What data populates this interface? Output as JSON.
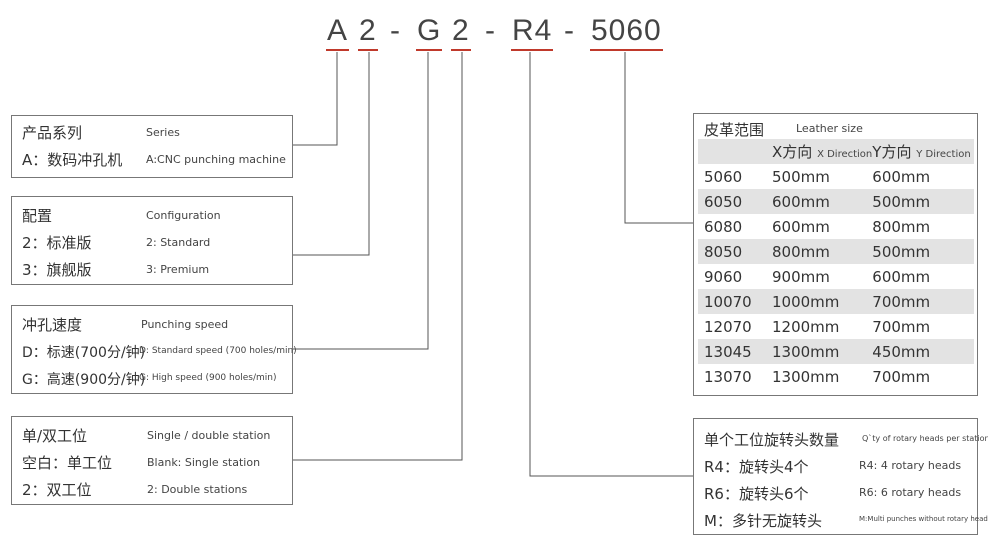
{
  "code": {
    "parts": [
      "A",
      "2",
      "G",
      "2",
      "R4",
      "5060"
    ],
    "separator": "-",
    "underline_color": "#c0392b"
  },
  "series": {
    "title_cn": "产品系列",
    "title_en": "Series",
    "rows": [
      {
        "cn": "A：数码冲孔机",
        "en": "A:CNC punching machine"
      }
    ]
  },
  "configuration": {
    "title_cn": "配置",
    "title_en": "Configuration",
    "rows": [
      {
        "cn": "2：标准版",
        "en": "2: Standard"
      },
      {
        "cn": "3：旗舰版",
        "en": "3: Premium"
      }
    ]
  },
  "speed": {
    "title_cn": "冲孔速度",
    "title_en": "Punching speed",
    "rows": [
      {
        "cn": "D：标速(700分/钟)",
        "en": "D: Standard speed (700 holes/min)"
      },
      {
        "cn": "G：高速(900分/钟)",
        "en": "G: High speed (900 holes/min)"
      }
    ]
  },
  "station": {
    "title_cn": "单/双工位",
    "title_en": "Single / double station",
    "rows": [
      {
        "cn": "空白：单工位",
        "en": "Blank: Single station"
      },
      {
        "cn": "2：双工位",
        "en": "2: Double stations"
      }
    ]
  },
  "leather": {
    "title_cn": "皮革范围",
    "title_en": "Leather size",
    "col_x_cn": "X方向",
    "col_x_en": "X Direction",
    "col_y_cn": "Y方向",
    "col_y_en": "Y Direction",
    "rows": [
      {
        "code": "5060",
        "x": "500mm",
        "y": "600mm"
      },
      {
        "code": "6050",
        "x": "600mm",
        "y": "500mm"
      },
      {
        "code": "6080",
        "x": "600mm",
        "y": "800mm"
      },
      {
        "code": "8050",
        "x": "800mm",
        "y": "500mm"
      },
      {
        "code": "9060",
        "x": "900mm",
        "y": "600mm"
      },
      {
        "code": "10070",
        "x": "1000mm",
        "y": "700mm"
      },
      {
        "code": "12070",
        "x": "1200mm",
        "y": "700mm"
      },
      {
        "code": "13045",
        "x": "1300mm",
        "y": "450mm"
      },
      {
        "code": "13070",
        "x": "1300mm",
        "y": "700mm"
      }
    ]
  },
  "rotary": {
    "title_cn": "单个工位旋转头数量",
    "title_en": "Q`ty of rotary heads per station",
    "rows": [
      {
        "cn": "R4：旋转头4个",
        "en": "R4: 4 rotary heads"
      },
      {
        "cn": "R6：旋转头6个",
        "en": "R6: 6 rotary heads"
      },
      {
        "cn": "M：多针无旋转头",
        "en": "M:Multi punches without rotary heads"
      }
    ]
  }
}
